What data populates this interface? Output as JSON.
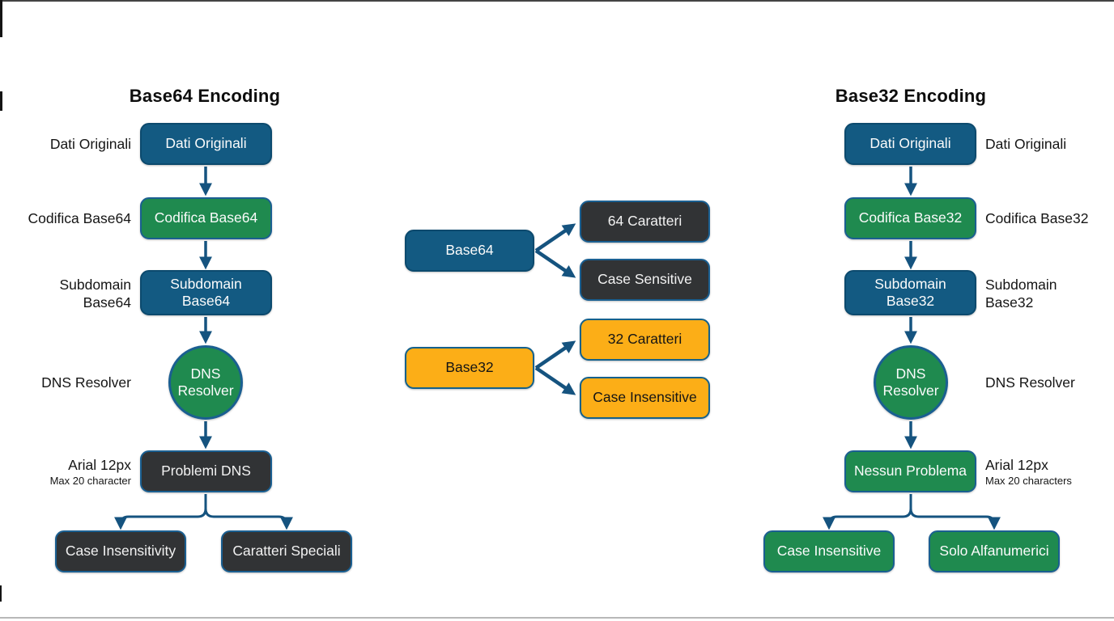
{
  "colors": {
    "blue": "#135a82",
    "green": "#1f8a4f",
    "dark": "#313335",
    "orange": "#fcae17",
    "edge": "#1a5f91",
    "arrow": "#15537f"
  },
  "left_chart": {
    "title": "Base64 Encoding",
    "nodes": [
      {
        "label": "Dati Originali",
        "side": "Dati Originali"
      },
      {
        "label": "Codifica Base64",
        "side": "Codifica Base64"
      },
      {
        "label": "Subdomain Base64",
        "side": "Subdomain Base64"
      },
      {
        "label": "DNS Resolver",
        "side": "DNS Resolver"
      },
      {
        "label": "Problemi DNS",
        "side_line1": "Arial 12px",
        "side_line2": "Max 20 character"
      },
      {
        "label": "Case Insensitivity"
      },
      {
        "label": "Caratteri Speciali"
      }
    ]
  },
  "comparison": {
    "base64": {
      "label": "Base64",
      "traits": [
        "64 Caratteri",
        "Case Sensitive"
      ]
    },
    "base32": {
      "label": "Base32",
      "traits": [
        "32 Caratteri",
        "Case Insensitive"
      ]
    }
  },
  "right_chart": {
    "title": "Base32 Encoding",
    "nodes": [
      {
        "label": "Dati Originali",
        "side": "Dati Originali"
      },
      {
        "label": "Codifica Base32",
        "side": "Codifica Base32"
      },
      {
        "label": "Subdomain Base32",
        "side": "Subdomain Base32"
      },
      {
        "label": "DNS Resolver",
        "side": "DNS Resolver"
      },
      {
        "label": "Nessun Problema",
        "side_line1": "Arial 12px",
        "side_line2": "Max 20 characters"
      },
      {
        "label": "Case Insensitive"
      },
      {
        "label": "Solo Alfanumerici"
      }
    ]
  }
}
